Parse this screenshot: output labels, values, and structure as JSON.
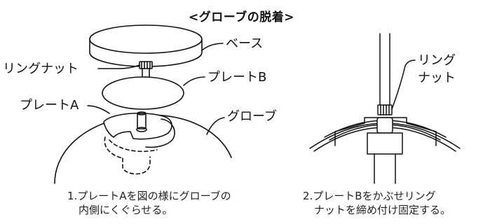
{
  "title": "<グローブの脱着>",
  "left_figure": {
    "labels": {
      "base": "ベース",
      "ring_nut": "リングナット",
      "plate_b": "プレートB",
      "plate_a": "プレートA",
      "globe": "グローブ"
    },
    "caption_line1": "1.プレートAを図の様にグローブの",
    "caption_line2": "内側にくぐらせる。"
  },
  "right_figure": {
    "labels": {
      "ring_line1": "リング",
      "ring_line2": "ナット"
    },
    "caption_line1": "2.プレートBをかぶせリング",
    "caption_line2": "ナットを締め付け固定する。"
  }
}
